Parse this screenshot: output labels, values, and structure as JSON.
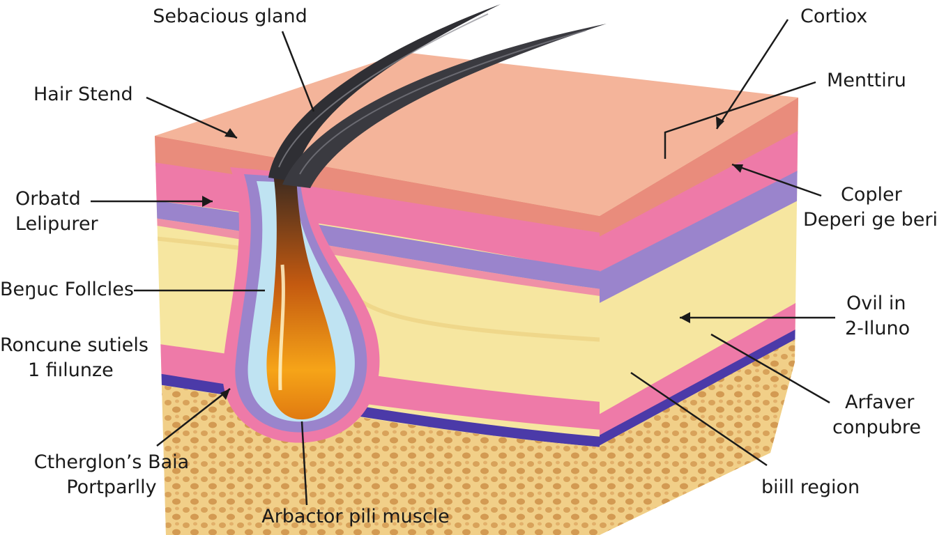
{
  "diagram": {
    "colors": {
      "epidermis_top": "#f4b49a",
      "epidermis_edge": "#e98c7c",
      "dermis_pink": "#ee7aa8",
      "dermis_purple": "#9a84cc",
      "dermis_yellow": "#f6e6a0",
      "dark_purple": "#4b3aa8",
      "subcutis": "#f1cf88",
      "subcutis_cell": "#d8a25a",
      "hair": "#2f2f34",
      "bulb_orange": "#f29a1c",
      "sheath_blue": "#bfe3f2"
    },
    "labels": {
      "sebaceous_gland": "Sebacious gland",
      "hair_strand": "Hair Stend",
      "orbatd": "Orbatd",
      "lelipurer": "Lelipurer",
      "follicles": "Beŋuc Follcles",
      "roncune_1": "Roncune sutiels",
      "roncune_2": "1 fiılunze",
      "cthergion_1": "Ctherglοn’s Baia",
      "cthergion_2": "Portparlly",
      "arrector": "Arbactor pili muscle",
      "cortiox": "Cortiox",
      "menttiru": "Menttiru",
      "copler_1": "Copler",
      "copler_2": "Deperi ge beri",
      "ovil_1": "Ovil in",
      "ovil_2": "2-Iluno",
      "arfaver_1": "Arfaver",
      "arfaver_2": "conpubre",
      "bill_region": "biill region"
    }
  }
}
